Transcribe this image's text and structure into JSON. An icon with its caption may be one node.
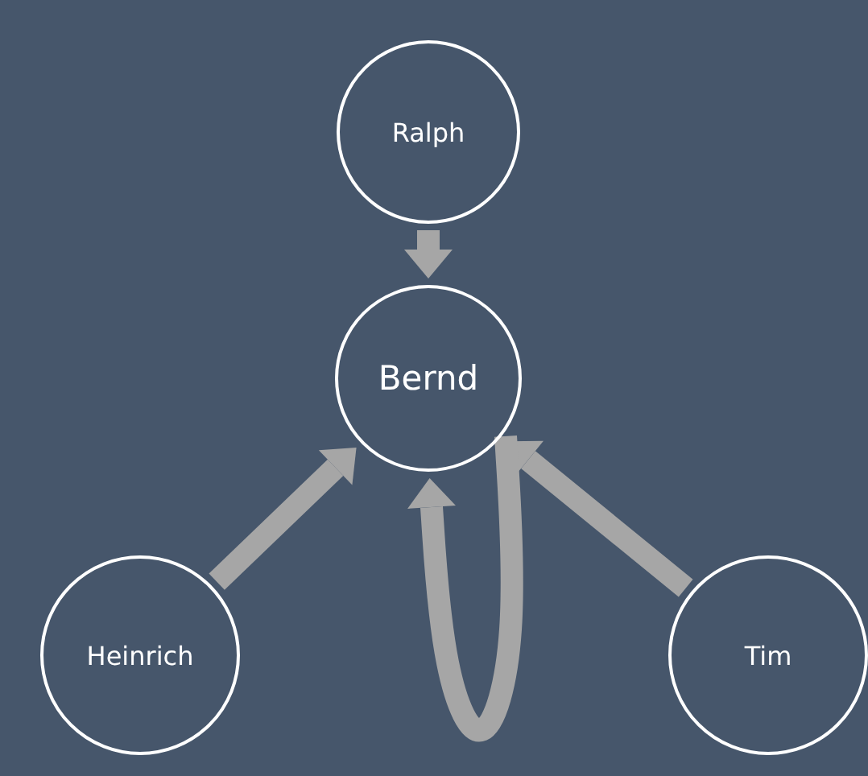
{
  "diagram": {
    "nodes": [
      {
        "text": [
          "Ralph"
        ]
      },
      {
        "text": [
          "Bernd"
        ]
      },
      {
        "text": [
          "Heinrich"
        ]
      },
      {
        "text": [
          "Tim"
        ]
      }
    ],
    "edges": [
      {
        "from": 0,
        "to": 1,
        "arrow": "to"
      },
      {
        "from": 2,
        "to": 1,
        "arrow": "to"
      },
      {
        "from": 3,
        "to": 1,
        "arrow": "to"
      },
      {
        "from": 1,
        "to": 1,
        "arrow": "to"
      }
    ]
  }
}
